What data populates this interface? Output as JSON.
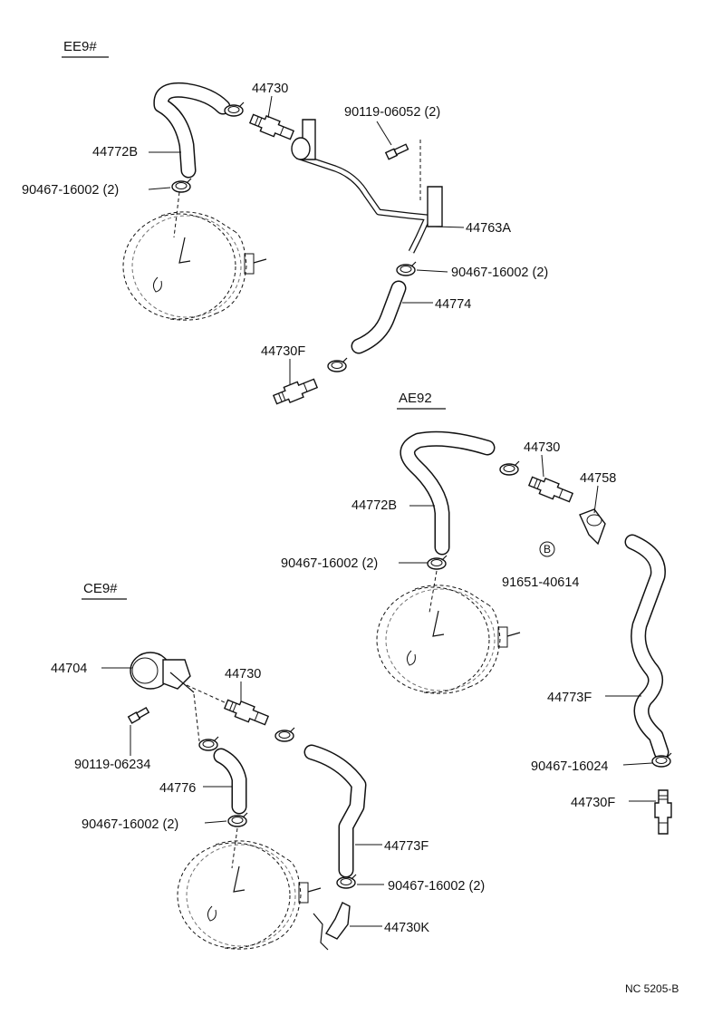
{
  "sections": {
    "ee9": {
      "title": "EE9#"
    },
    "ae92": {
      "title": "AE92"
    },
    "ce9": {
      "title": "CE9#"
    }
  },
  "labels": {
    "ee9_44730": "44730",
    "ee9_bolt": "90119-06052 (2)",
    "ee9_44772b": "44772B",
    "ee9_clamp1": "90467-16002 (2)",
    "ee9_44763a": "44763A",
    "ee9_clamp2": "90467-16002 (2)",
    "ee9_44774": "44774",
    "ee9_44730f": "44730F",
    "ae92_44730": "44730",
    "ae92_44758": "44758",
    "ae92_44772b": "44772B",
    "ae92_clamp": "90467-16002 (2)",
    "ae92_b": "B",
    "ae92_91651": "91651-40614",
    "ae92_44773f": "44773F",
    "ae92_clamp2": "90467-16024",
    "ae92_44730f": "44730F",
    "ce9_44704": "44704",
    "ce9_44730": "44730",
    "ce9_bolt": "90119-06234",
    "ce9_44776": "44776",
    "ce9_clamp1": "90467-16002 (2)",
    "ce9_44773f": "44773F",
    "ce9_clamp2": "90467-16002 (2)",
    "ce9_44730k": "44730K"
  },
  "footer": {
    "code": "NC 5205-B"
  }
}
